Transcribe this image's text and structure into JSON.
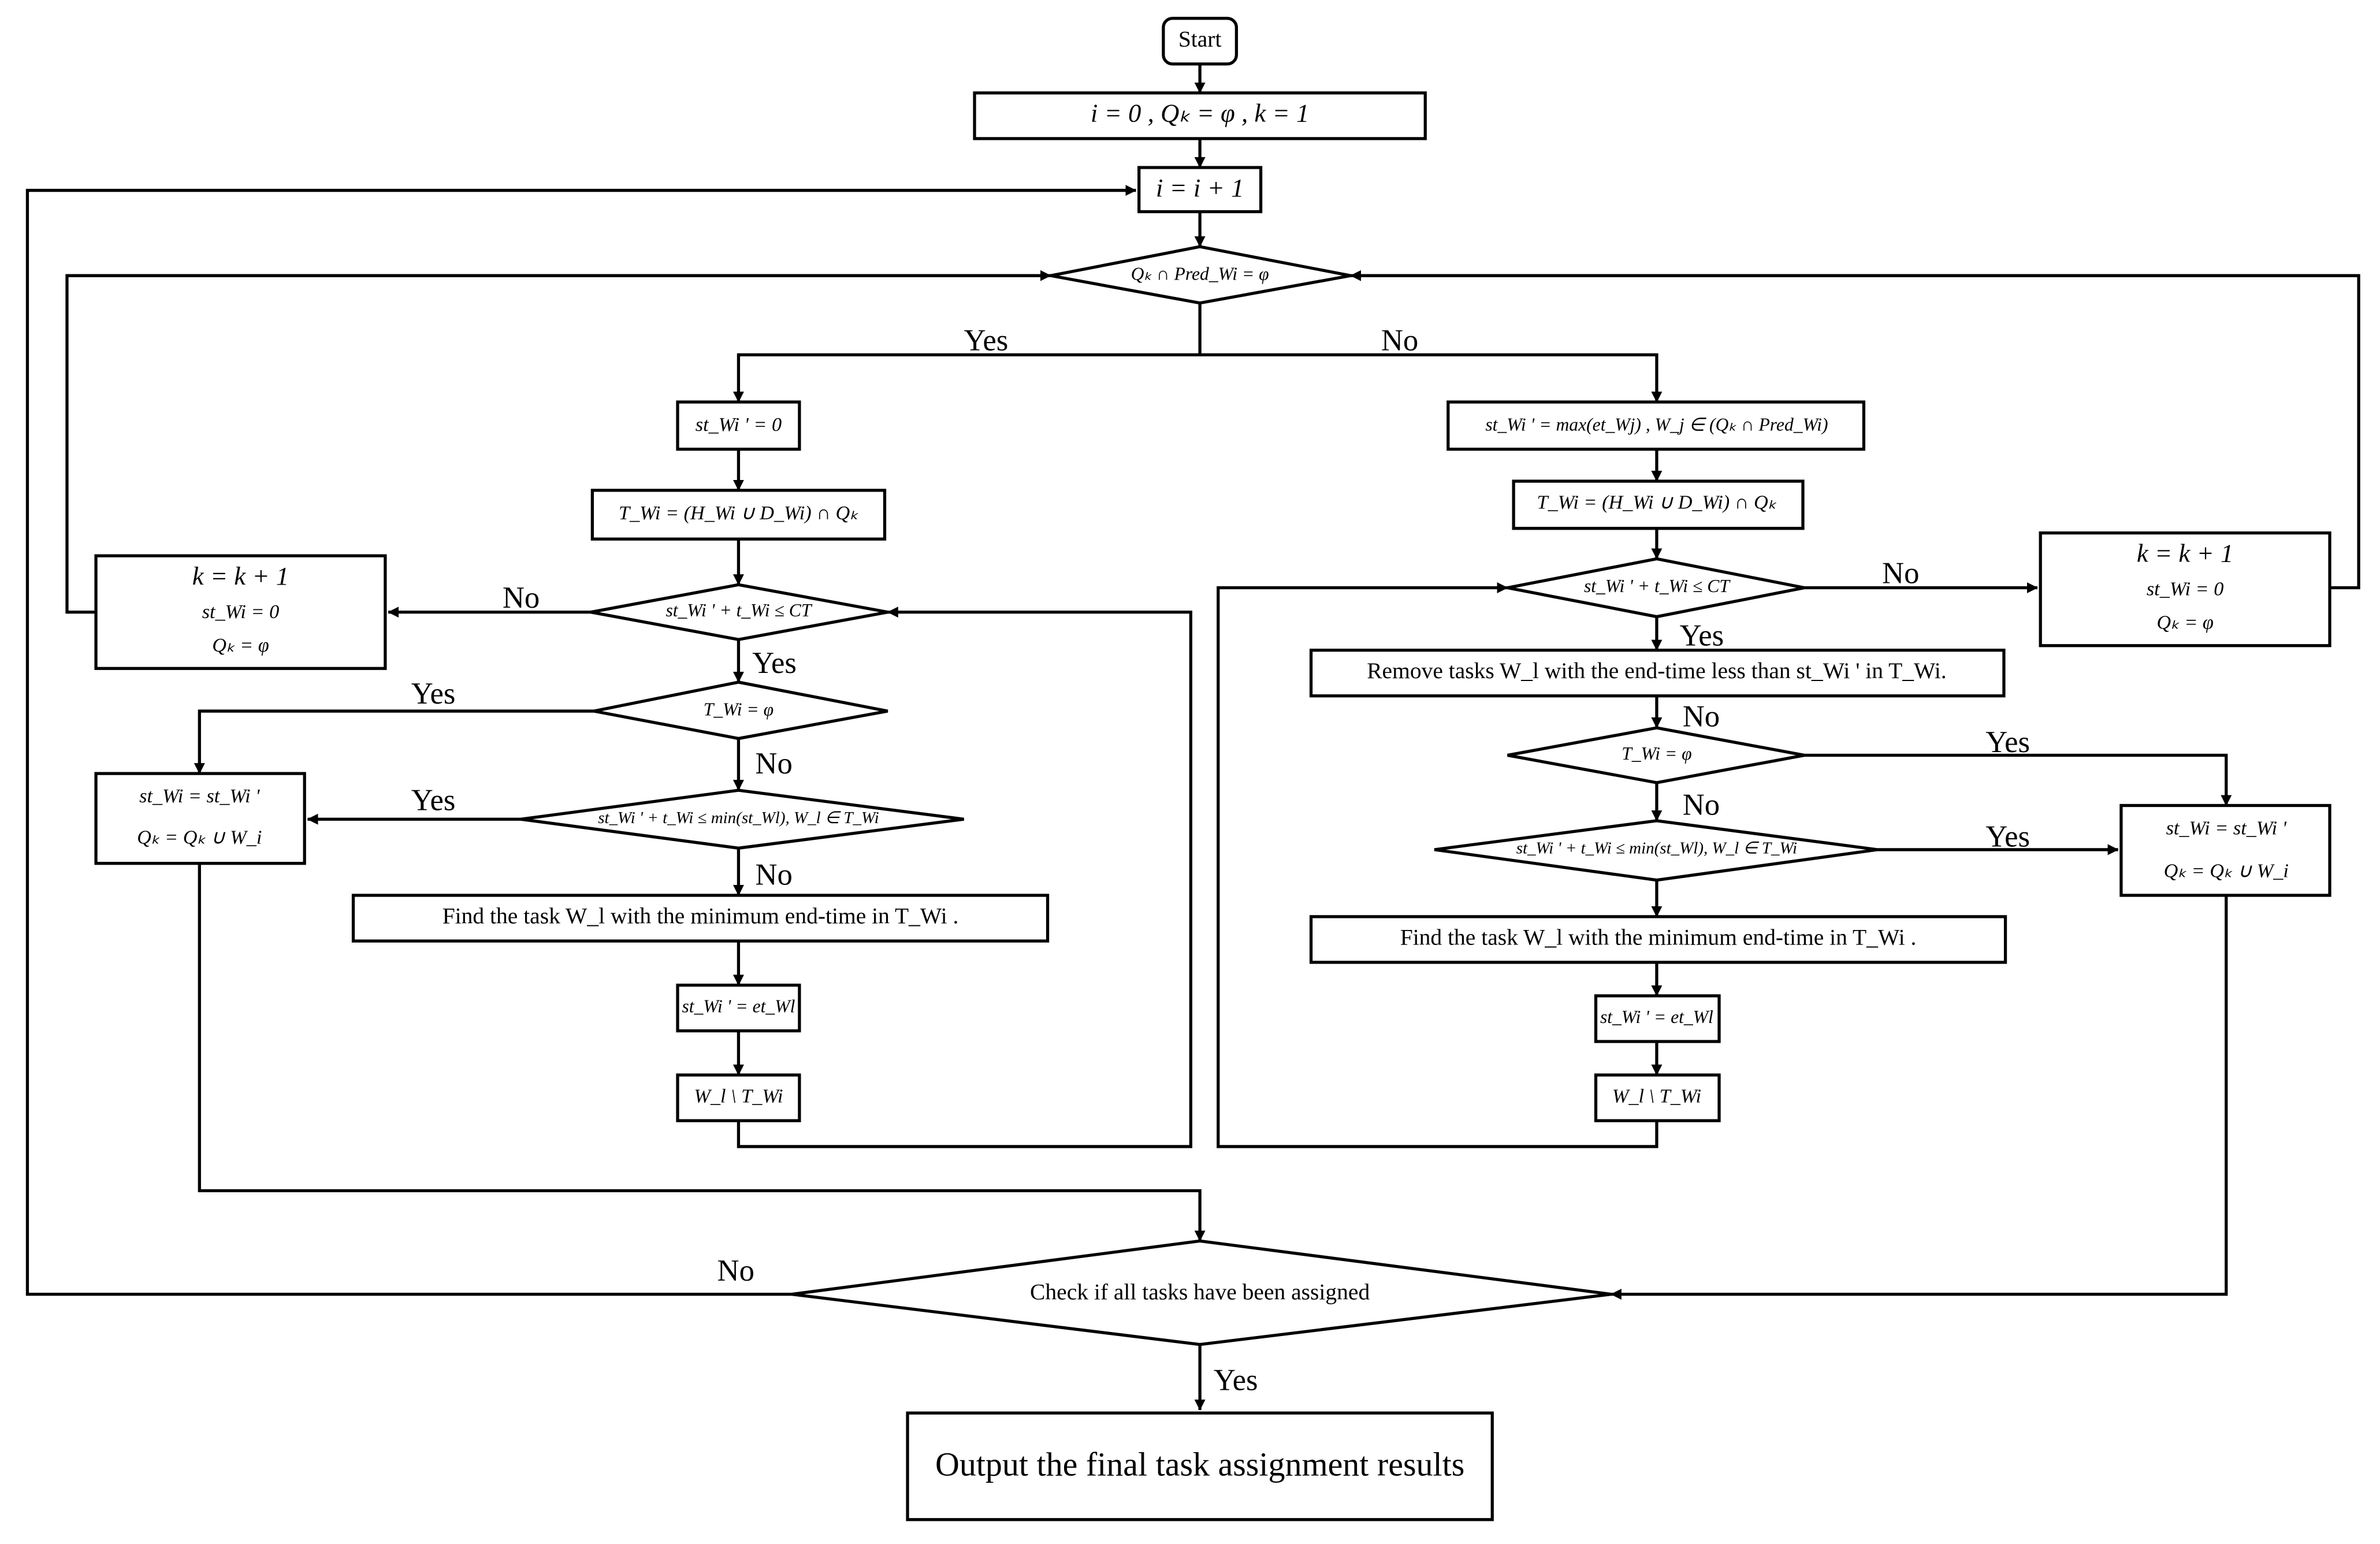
{
  "nodes": {
    "start": "Start",
    "init": "i = 0   ,   Qₖ = φ   ,   k = 1",
    "inc_i": "i = i + 1",
    "check_pred": "Qₖ ∩ Pred_Wi = φ",
    "left": {
      "st_zero": "st_Wi ' = 0",
      "t_set": "T_Wi = (H_Wi ∪ D_Wi) ∩ Qₖ",
      "cycle_check": "st_Wi ' + t_Wi ≤ CT",
      "new_station": [
        "k = k + 1",
        "st_Wi = 0",
        "Qₖ = φ"
      ],
      "t_empty": "T_Wi = φ",
      "min_check": "st_Wi ' + t_Wi ≤ min(st_Wl), W_l ∈ T_Wi",
      "assign": [
        "st_Wi = st_Wi '",
        "Qₖ = Qₖ ∪ W_i"
      ],
      "find_task": "Find the task W_l with the minimum end-time in T_Wi .",
      "st_update": "st_Wi ' = et_Wl",
      "remove": "W_l \\ T_Wi"
    },
    "right": {
      "st_max": "st_Wi ' = max(et_Wj)   , W_j ∈ (Qₖ ∩ Pred_Wi)",
      "t_set": "T_Wi = (H_Wi ∪ D_Wi) ∩ Qₖ",
      "cycle_check": "st_Wi ' + t_Wi ≤ CT",
      "new_station": [
        "k = k + 1",
        "st_Wi = 0",
        "Qₖ = φ"
      ],
      "remove_early": "Remove tasks W_l with the end-time  less than st_Wi ' in T_Wi.",
      "t_empty": "T_Wi = φ",
      "min_check": "st_Wi ' + t_Wi ≤ min(st_Wl), W_l ∈ T_Wi",
      "assign": [
        "st_Wi = st_Wi '",
        "Qₖ = Qₖ ∪ W_i"
      ],
      "find_task": "Find the task W_l with the minimum end-time in T_Wi .",
      "st_update": "st_Wi ' = et_Wl",
      "remove": "W_l \\ T_Wi"
    },
    "check_all": "Check if all tasks have been assigned",
    "output": "Output the final task assignment results"
  },
  "labels": {
    "yes": "Yes",
    "no": "No"
  }
}
